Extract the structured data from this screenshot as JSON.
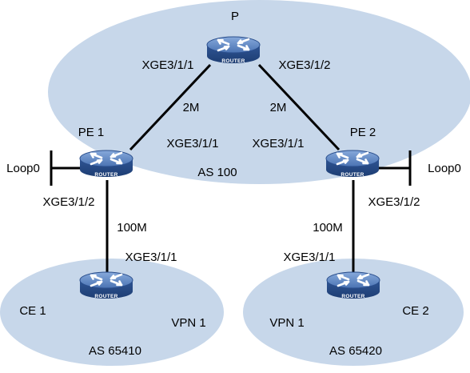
{
  "regions": {
    "backbone": {
      "as_label": "AS 100"
    },
    "site1": {
      "as_label": "AS 65410",
      "vpn_label": "VPN 1"
    },
    "site2": {
      "as_label": "AS 65420",
      "vpn_label": "VPN 1"
    }
  },
  "devices": {
    "p": {
      "name": "P",
      "badge": "ROUTER"
    },
    "pe1": {
      "name": "PE 1",
      "badge": "ROUTER",
      "loopback": "Loop0"
    },
    "pe2": {
      "name": "PE 2",
      "badge": "ROUTER",
      "loopback": "Loop0"
    },
    "ce1": {
      "name": "CE 1",
      "badge": "ROUTER"
    },
    "ce2": {
      "name": "CE 2",
      "badge": "ROUTER"
    }
  },
  "links": {
    "p_pe1": {
      "bandwidth": "2M",
      "p_if": "XGE3/1/1",
      "pe_if": "XGE3/1/1"
    },
    "p_pe2": {
      "bandwidth": "2M",
      "p_if": "XGE3/1/2",
      "pe_if": "XGE3/1/1"
    },
    "pe1_ce1": {
      "bandwidth": "100M",
      "pe_if": "XGE3/1/2",
      "ce_if": "XGE3/1/1"
    },
    "pe2_ce2": {
      "bandwidth": "100M",
      "pe_if": "XGE3/1/2",
      "ce_if": "XGE3/1/1"
    }
  },
  "colors": {
    "region_fill": "#c7d7ea",
    "router_dark": "#2a4e8c",
    "router_mid": "#4f79b9",
    "router_light": "#7fa3d6",
    "link": "#000000"
  }
}
